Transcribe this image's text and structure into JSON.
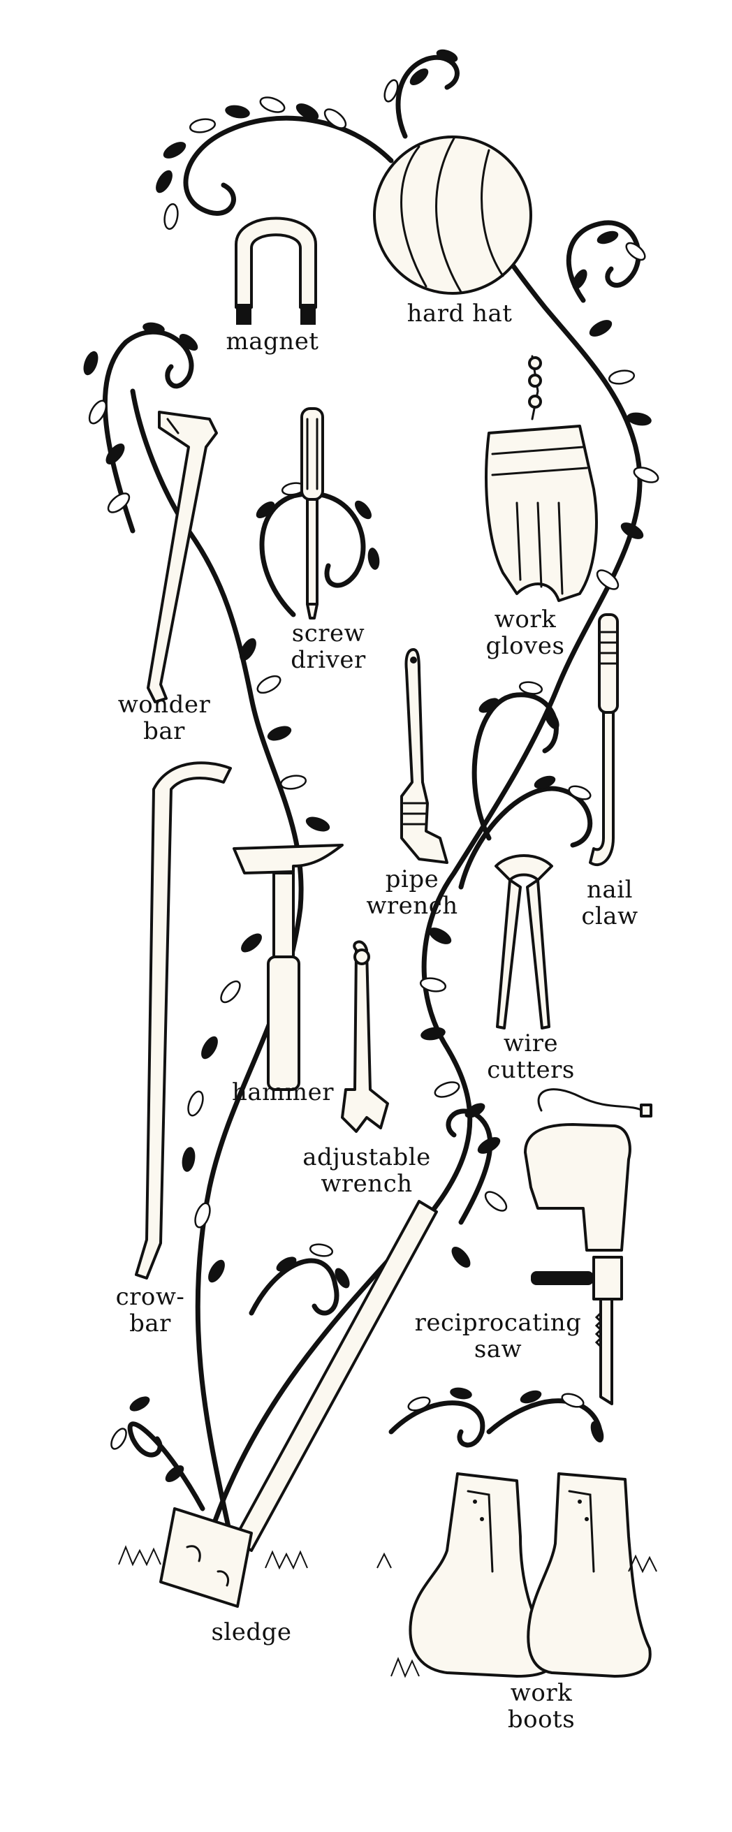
{
  "labels": {
    "hard_hat": "hard hat",
    "magnet": "magnet",
    "work_gloves": "work\ngloves",
    "screw_driver": "screw\ndriver",
    "wonder_bar": "wonder\nbar",
    "pipe_wrench": "pipe\nwrench",
    "nail_claw": "nail\nclaw",
    "wire_cutters": "wire\ncutters",
    "hammer": "hammer",
    "adjustable_wrench": "adjustable\nwrench",
    "crow_bar": "crow-\nbar",
    "reciprocating_saw": "reciprocating\nsaw",
    "sledge": "sledge",
    "work_boots": "work\nboots"
  },
  "colors": {
    "ink": "#111111",
    "tool_fill": "#fbf8f0",
    "paper": "#ffffff"
  },
  "icons": [
    "hard-hat-icon",
    "magnet-icon",
    "work-gloves-icon",
    "screwdriver-icon",
    "wonder-bar-icon",
    "pipe-wrench-icon",
    "nail-claw-icon",
    "wire-cutters-icon",
    "hammer-icon",
    "adjustable-wrench-icon",
    "crowbar-icon",
    "reciprocating-saw-icon",
    "sledge-icon",
    "work-boots-icon",
    "vine-icon"
  ]
}
